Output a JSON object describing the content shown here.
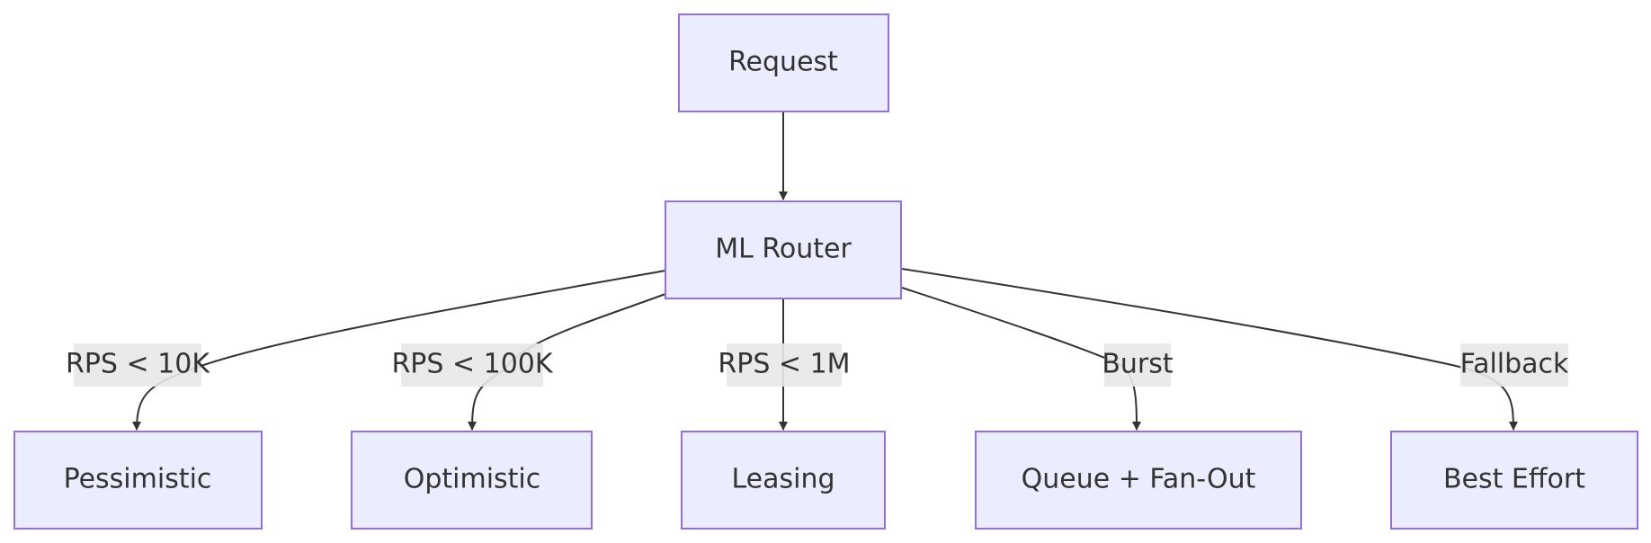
{
  "diagram": {
    "nodes": {
      "request": {
        "label": "Request"
      },
      "router": {
        "label": "ML Router"
      },
      "pessimistic": {
        "label": "Pessimistic"
      },
      "optimistic": {
        "label": "Optimistic"
      },
      "leasing": {
        "label": "Leasing"
      },
      "queue": {
        "label": "Queue + Fan-Out"
      },
      "best_effort": {
        "label": "Best Effort"
      }
    },
    "edges": [
      {
        "from": "Request",
        "to": "ML Router",
        "label": ""
      },
      {
        "from": "ML Router",
        "to": "Pessimistic",
        "label": "RPS < 10K"
      },
      {
        "from": "ML Router",
        "to": "Optimistic",
        "label": "RPS < 100K"
      },
      {
        "from": "ML Router",
        "to": "Leasing",
        "label": "RPS < 1M"
      },
      {
        "from": "ML Router",
        "to": "Queue + Fan-Out",
        "label": "Burst"
      },
      {
        "from": "ML Router",
        "to": "Best Effort",
        "label": "Fallback"
      }
    ],
    "colors": {
      "node_fill": "#ececff",
      "node_stroke": "#9370db",
      "edge": "#333333",
      "label_bg": "#e8e8e8",
      "text": "#333333"
    }
  }
}
